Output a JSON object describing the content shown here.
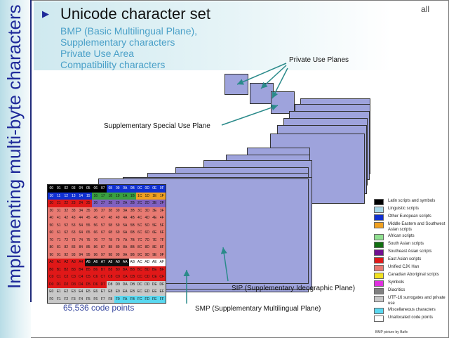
{
  "slide": {
    "side_title": "Implementing multi-byte characters",
    "title": "Unicode character set",
    "bullet_items": [
      "BMP (Basic Multilingual Plane),",
      "Supplementary characters",
      "Private Use Area",
      "Compatibility characters"
    ],
    "corner_label": "all"
  },
  "diagram": {
    "private_use_label": "Private Use Planes",
    "ssp_label": "Supplementary Special Use Plane",
    "sip_label": "SIP (Supplementary Ideographic Plane)",
    "smp_label": "SMP (Supplementary Multilingual Plane)",
    "code_points_label": "65,536 code points",
    "credit": "BMP picture by Bafic",
    "plane_color": "#9ea3dc"
  },
  "bmp_grid": {
    "rows": [
      [
        "00",
        "01",
        "02",
        "03",
        "04",
        "05",
        "06",
        "07",
        "08",
        "09",
        "0A",
        "0B",
        "0C",
        "0D",
        "0E",
        "0F"
      ],
      [
        "10",
        "11",
        "12",
        "13",
        "14",
        "15",
        "16",
        "17",
        "18",
        "19",
        "1A",
        "1B",
        "1C",
        "1D",
        "1E",
        "1F"
      ],
      [
        "20",
        "21",
        "22",
        "23",
        "24",
        "25",
        "26",
        "27",
        "28",
        "29",
        "2A",
        "2B",
        "2C",
        "2D",
        "2E",
        "2F"
      ],
      [
        "30",
        "31",
        "32",
        "33",
        "34",
        "35",
        "36",
        "37",
        "38",
        "39",
        "3A",
        "3B",
        "3C",
        "3D",
        "3E",
        "3F"
      ],
      [
        "40",
        "41",
        "42",
        "43",
        "44",
        "45",
        "46",
        "47",
        "48",
        "49",
        "4A",
        "4B",
        "4C",
        "4D",
        "4E",
        "4F"
      ],
      [
        "50",
        "51",
        "52",
        "53",
        "54",
        "55",
        "56",
        "57",
        "58",
        "59",
        "5A",
        "5B",
        "5C",
        "5D",
        "5E",
        "5F"
      ],
      [
        "60",
        "61",
        "62",
        "63",
        "64",
        "65",
        "66",
        "67",
        "68",
        "69",
        "6A",
        "6B",
        "6C",
        "6D",
        "6E",
        "6F"
      ],
      [
        "70",
        "71",
        "72",
        "73",
        "74",
        "75",
        "76",
        "77",
        "78",
        "79",
        "7A",
        "7B",
        "7C",
        "7D",
        "7E",
        "7F"
      ],
      [
        "80",
        "81",
        "82",
        "83",
        "84",
        "85",
        "86",
        "87",
        "88",
        "89",
        "8A",
        "8B",
        "8C",
        "8D",
        "8E",
        "8F"
      ],
      [
        "90",
        "91",
        "92",
        "93",
        "94",
        "95",
        "96",
        "97",
        "98",
        "99",
        "9A",
        "9B",
        "9C",
        "9D",
        "9E",
        "9F"
      ],
      [
        "A0",
        "A1",
        "A2",
        "A3",
        "A4",
        "A5",
        "A6",
        "A7",
        "A8",
        "A9",
        "AA",
        "AB",
        "AC",
        "AD",
        "AE",
        "AF"
      ],
      [
        "B0",
        "B1",
        "B2",
        "B3",
        "B4",
        "B5",
        "B6",
        "B7",
        "B8",
        "B9",
        "BA",
        "BB",
        "BC",
        "BD",
        "BE",
        "BF"
      ],
      [
        "C0",
        "C1",
        "C2",
        "C3",
        "C4",
        "C5",
        "C6",
        "C7",
        "C8",
        "C9",
        "CA",
        "CB",
        "CC",
        "CD",
        "CE",
        "CF"
      ],
      [
        "D0",
        "D1",
        "D2",
        "D3",
        "D4",
        "D5",
        "D6",
        "D7",
        "D8",
        "D9",
        "DA",
        "DB",
        "DC",
        "DD",
        "DE",
        "DF"
      ],
      [
        "E0",
        "E1",
        "E2",
        "E3",
        "E4",
        "E5",
        "E6",
        "E7",
        "E8",
        "E9",
        "EA",
        "EB",
        "EC",
        "ED",
        "EE",
        "EF"
      ],
      [
        "F0",
        "F1",
        "F2",
        "F3",
        "F4",
        "F5",
        "F6",
        "F7",
        "F8",
        "F9",
        "FA",
        "FB",
        "FC",
        "FD",
        "FE",
        "FF"
      ]
    ],
    "colors": {
      "latin": "#000000",
      "european": "#1030d0",
      "han": "#e87a72",
      "east_asian": "#e01818",
      "pua": "#c8c8c8",
      "misc": "#5ad8f0",
      "unallocated": "#ffffff"
    }
  },
  "legend": [
    {
      "label": "Latin scripts and symbols",
      "color": "#000000"
    },
    {
      "label": "Linguistic scripts",
      "color": "#a8d8e8"
    },
    {
      "label": "Other European scripts",
      "color": "#1030d0"
    },
    {
      "label": "Middle Eastern and Southwest Asian scripts",
      "color": "#f0a020"
    },
    {
      "label": "African scripts",
      "color": "#90e090"
    },
    {
      "label": "South Asian scripts",
      "color": "#107010"
    },
    {
      "label": "Southeast Asian scripts",
      "color": "#701090"
    },
    {
      "label": "East Asian scripts",
      "color": "#e01818"
    },
    {
      "label": "Unified CJK Han",
      "color": "#e87a72"
    },
    {
      "label": "Canadian Aboriginal scripts",
      "color": "#f0e020"
    },
    {
      "label": "Symbols",
      "color": "#e030e0"
    },
    {
      "label": "Diacritics",
      "color": "#808080"
    },
    {
      "label": "UTF-16 surrogates and private use",
      "color": "#c8c8c8"
    },
    {
      "label": "Miscellaneous characters",
      "color": "#5ad8f0"
    },
    {
      "label": "Unallocated code points",
      "color": "#ffffff"
    }
  ]
}
